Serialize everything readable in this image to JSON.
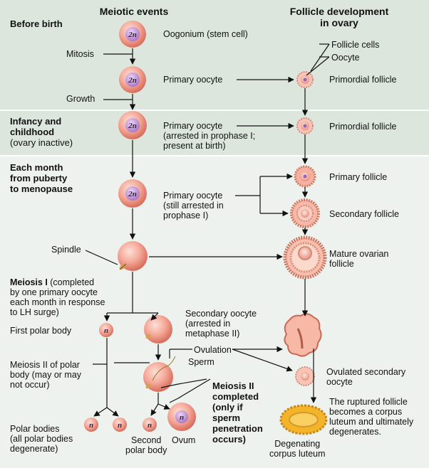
{
  "headers": {
    "meiotic": "Meiotic events",
    "follicle": "Follicle development\nin ovary"
  },
  "sections": {
    "before_birth": "Before birth",
    "infancy_title": "Infancy and\nchildhood",
    "infancy_sub": "(ovary inactive)",
    "month": "Each month\nfrom puberty\nto menopause"
  },
  "labels": {
    "mitosis": "Mitosis",
    "growth": "Growth",
    "oogonium": "Oogonium (stem cell)",
    "primary_oocyte_1": "Primary oocyte",
    "primary_oocyte_2": "Primary oocyte\n(arrested in prophase I;\npresent at birth)",
    "primary_oocyte_3": "Primary oocyte\n(still arrested in\nprophase I)",
    "spindle": "Spindle",
    "meiosis1_bold": "Meiosis I",
    "meiosis1_rest": " (completed\nby one primary oocyte\neach month in response\nto LH surge)",
    "first_polar": "First polar body",
    "secondary_oocyte": "Secondary oocyte\n(arrested in\nmetaphase II)",
    "ovulation": "Ovulation",
    "sperm": "Sperm",
    "meiosis2_polar": "Meiosis II of polar\nbody (may or may\nnot occur)",
    "meiosis2_completed": "Meiosis II\ncompleted\n(only if\nsperm\npenetration\noccurs)",
    "polar_bodies": "Polar bodies\n(all polar bodies\ndegenerate)",
    "second_polar": "Second\npolar body",
    "ovum": "Ovum",
    "follicle_cells": "Follicle cells",
    "oocyte": "Oocyte",
    "primordial_1": "Primordial follicle",
    "primordial_2": "Primordial follicle",
    "primary_follicle": "Primary follicle",
    "secondary_follicle": "Secondary follicle",
    "mature_follicle": "Mature ovarian\nfollicle",
    "ovulated_secondary": "Ovulated secondary\noocyte",
    "ruptured": "The ruptured follicle\nbecomes a corpus\nluteum and ultimately\ndegenerates.",
    "degenerating": "Degenating\ncorpus luteum"
  },
  "ploidy": {
    "diploid": "2n",
    "haploid": "n"
  },
  "colors": {
    "band_dark": "#dde6dd",
    "band_light": "#eef2ee",
    "cell_fill": "#f2a090",
    "cell_edge": "#c8604e",
    "nucleus": "#b88ad0",
    "follicle_ring": "#f4b8a8",
    "corpus": "#f0b030"
  }
}
